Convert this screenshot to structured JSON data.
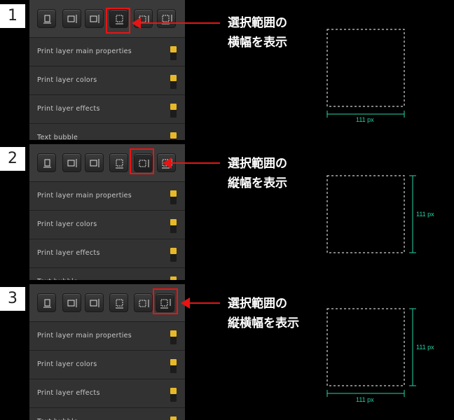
{
  "colors": {
    "background": "#000000",
    "panel": "#2f2f2f",
    "highlight": "#e81414",
    "measure": "#26d4a8",
    "toggle_on": "#e8b828",
    "selection_border": "#ffffff"
  },
  "steps": [
    {
      "number": "1",
      "caption_line1": "選択範囲の",
      "caption_line2": "横幅を表示",
      "active_button": "width",
      "width_label": "111 px",
      "height_label": ""
    },
    {
      "number": "2",
      "caption_line1": "選択範囲の",
      "caption_line2": "縦幅を表示",
      "active_button": "height",
      "width_label": "",
      "height_label": "111 px"
    },
    {
      "number": "3",
      "caption_line1": "選択範囲の",
      "caption_line2": "縦横幅を表示",
      "active_button": "both",
      "width_label": "111 px",
      "height_label": "111 px"
    }
  ],
  "toolbar_icons": [
    "align-bottom-icon",
    "align-right-icon",
    "align-right-alt-icon",
    "selection-width-icon",
    "selection-height-icon",
    "selection-size-icon"
  ],
  "layers": [
    {
      "label": "Print layer main properties",
      "toggle": "on"
    },
    {
      "label": "Print layer colors",
      "toggle": "on"
    },
    {
      "label": "Print layer effects",
      "toggle": "on"
    },
    {
      "label": "Text bubble",
      "toggle": "on"
    }
  ]
}
